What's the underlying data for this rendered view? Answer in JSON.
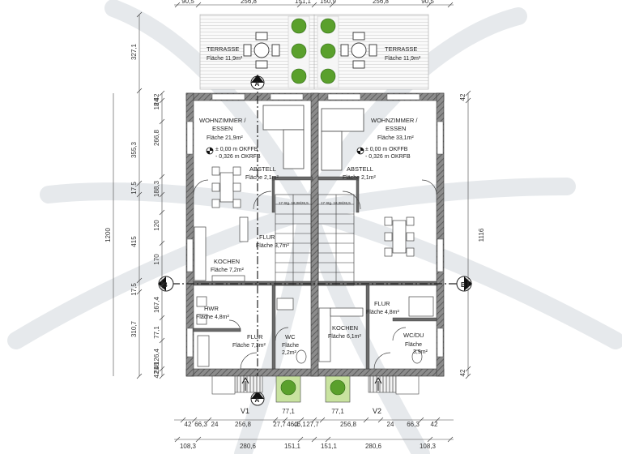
{
  "rooms": {
    "terrasse_left": {
      "name": "TERRASSE",
      "area": "Fläche 11,9m²"
    },
    "terrasse_right": {
      "name": "TERRASSE",
      "area": "Fläche 11,9m²"
    },
    "wohn_left": {
      "name1": "WOHNZIMMER /",
      "name2": "ESSEN",
      "area": "Fläche 21,9m²"
    },
    "wohn_right": {
      "name1": "WOHNZIMMER /",
      "name2": "ESSEN",
      "area": "Fläche 33,1m²"
    },
    "abstell_left": {
      "name": "ABSTELL",
      "area": "Fläche 2,1m²"
    },
    "abstell_right": {
      "name": "ABSTELL",
      "area": "Fläche 2,1m²"
    },
    "flur_mid_left": {
      "name": "FLUR",
      "area": "Fläche 3,7m²"
    },
    "kochen_left": {
      "name": "KOCHEN",
      "area": "Fläche 7,2m²"
    },
    "hwr_left": {
      "name": "HWR",
      "area": "Fläche 4,8m²"
    },
    "flur_bottom_left": {
      "name": "FLUR",
      "area": "Fläche 7,3m²"
    },
    "wc_left": {
      "name": "WC",
      "area": "Fläche",
      "area2": "2,2m²"
    },
    "kochen_right": {
      "name": "KOCHEN",
      "area": "Fläche 6,1m²"
    },
    "flur_right": {
      "name": "FLUR",
      "area": "Fläche 4,8m²"
    },
    "wcdu_right": {
      "name": "WC/DU",
      "area": "Fläche",
      "area2": "3,9m²"
    }
  },
  "levels": {
    "left": {
      "line1": "± 0,00 m OKFFB",
      "line2": "- 0,326 m OKRFB"
    },
    "right": {
      "line1": "± 0,00 m OKFFB",
      "line2": "- 0,326 m OKRFB"
    }
  },
  "stairs": {
    "left": "17 Stg. 18,08/26,5",
    "right": "17 Stg. 18,08/26,5"
  },
  "section_markers": {
    "a_top": "A",
    "a_bottom": "A",
    "b_left": "B",
    "b_right": "B"
  },
  "entrances": {
    "left": "V1",
    "right": "V2"
  },
  "dimensions": {
    "top": [
      "90,5",
      "256,8",
      "151,1",
      "150,9",
      "256,8",
      "90,5"
    ],
    "left_outer": "1200",
    "left_mid": [
      "327,1",
      "355,3",
      "17,5",
      "415",
      "17,5",
      "310,7"
    ],
    "left_inner": [
      "42",
      "24",
      "18",
      "266,8",
      "188,3",
      "120",
      "170",
      "167,4",
      "77,1",
      "126,4",
      "18",
      "24",
      "42"
    ],
    "right_outer": "1116",
    "right_inner": [
      "42",
      "42"
    ],
    "bottom_inner": [
      "42",
      "66,3",
      "24",
      "256,8",
      "27,7",
      "46,1",
      "46,1",
      "27,7",
      "256,8",
      "24",
      "66,3",
      "42"
    ],
    "bottom_mid": [
      "77,1",
      "77,1"
    ],
    "bottom_outer": [
      "108,3",
      "280,6",
      "151,1",
      "151,1",
      "280,6",
      "108,3"
    ]
  },
  "colors": {
    "wall": "#7a7a7a",
    "wall_dark": "#3a3a3a",
    "tree": "#5aa02c",
    "planter": "#c9e3a0",
    "watermark": "#e4e7ea"
  }
}
